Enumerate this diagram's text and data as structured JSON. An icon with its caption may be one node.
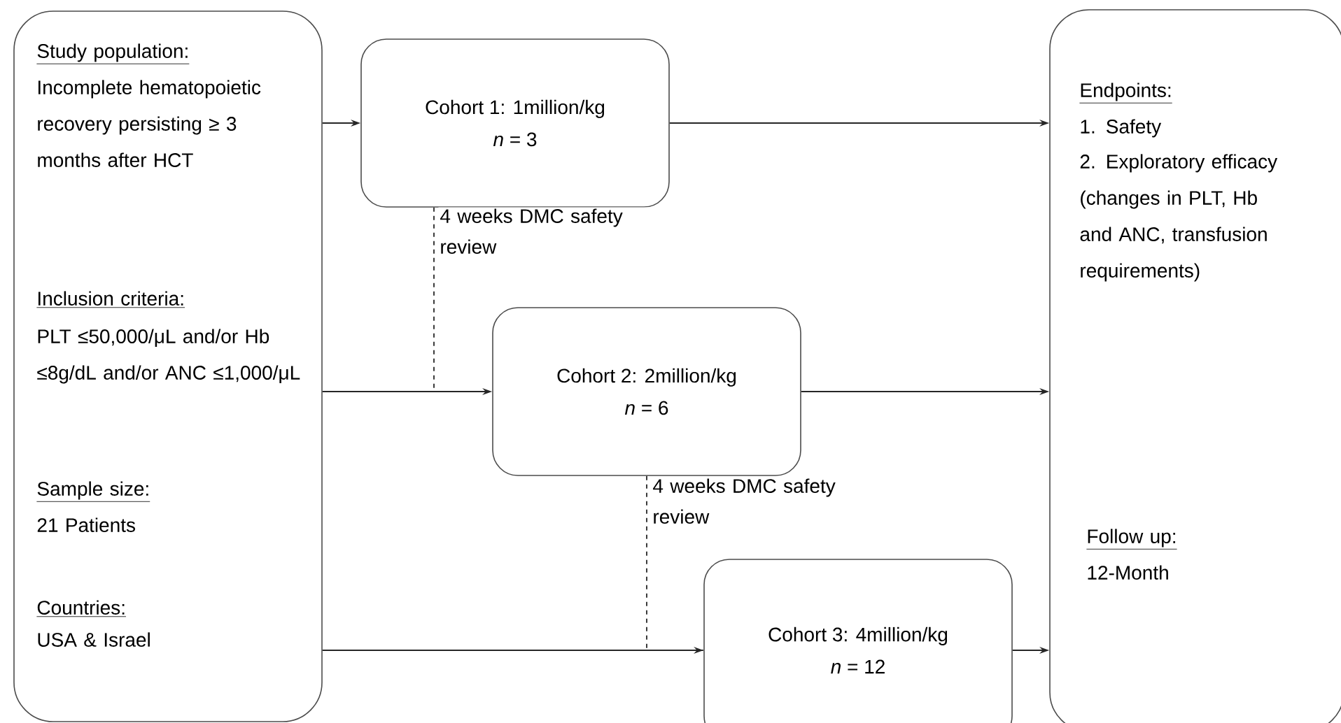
{
  "diagram": {
    "nodes": [
      {
        "text": [
          "Study population:",
          "Incomplete hematopoietic recovery persisting ≥ 3 months after HCT",
          "Inclusion criteria:",
          "PLT ≤50,000/μL and/or Hb ≤8g/dL and/or ANC ≤1,000/μL",
          "Sample size:",
          "21 Patients",
          "Countries:",
          "USA & Israel"
        ]
      },
      {
        "text": [
          "Cohort 1: 1million/kg",
          "*n* = 3"
        ]
      },
      {
        "text": [
          "Cohort 2: 2million/kg",
          "*n* = 6"
        ]
      },
      {
        "text": [
          "Cohort 3: 4million/kg",
          "*n* = 12"
        ]
      },
      {
        "text": [
          "Endpoints:",
          "1. Safety",
          "2. Exploratory efficacy (changes in PLT, Hb and ANC, transfusion requirements)",
          "Follow up:",
          "12-Month"
        ]
      }
    ],
    "edges": [
      {
        "from": 0,
        "to": 1,
        "arrow": "to"
      },
      {
        "from": 1,
        "to": 4,
        "arrow": "to"
      },
      {
        "from": 1,
        "to": 2,
        "arrow": "none",
        "style": "dashed",
        "label": "4 weeks DMC safety review"
      },
      {
        "from": 0,
        "to": 2,
        "arrow": "to"
      },
      {
        "from": 2,
        "to": 4,
        "arrow": "to"
      },
      {
        "from": 2,
        "to": 3,
        "arrow": "none",
        "style": "dashed",
        "label": "4 weeks DMC safety review"
      },
      {
        "from": 0,
        "to": 3,
        "arrow": "to"
      },
      {
        "from": 3,
        "to": 4,
        "arrow": "to"
      }
    ]
  }
}
